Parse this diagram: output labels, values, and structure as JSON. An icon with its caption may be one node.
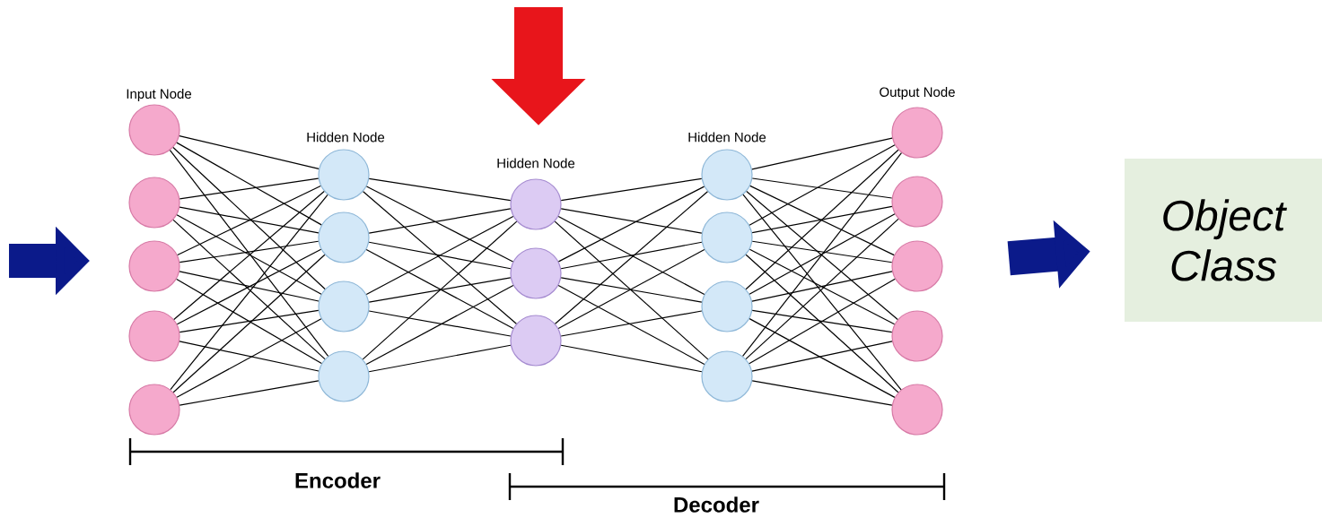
{
  "diagram": {
    "nodes": [
      {
        "text": [],
        "shape": "circle"
      },
      {
        "text": [],
        "shape": "circle"
      },
      {
        "text": [],
        "shape": "circle"
      },
      {
        "text": [],
        "shape": "circle"
      },
      {
        "text": [],
        "shape": "circle"
      },
      {
        "text": [],
        "shape": "circle"
      },
      {
        "text": [],
        "shape": "circle"
      },
      {
        "text": [],
        "shape": "circle"
      },
      {
        "text": [],
        "shape": "circle"
      },
      {
        "text": [],
        "shape": "circle"
      },
      {
        "text": [],
        "shape": "circle"
      },
      {
        "text": [],
        "shape": "circle"
      },
      {
        "text": [],
        "shape": "circle"
      },
      {
        "text": [],
        "shape": "circle"
      },
      {
        "text": [],
        "shape": "circle"
      },
      {
        "text": [],
        "shape": "circle"
      },
      {
        "text": [],
        "shape": "circle"
      },
      {
        "text": [],
        "shape": "circle"
      },
      {
        "text": [],
        "shape": "circle"
      },
      {
        "text": [],
        "shape": "circle"
      },
      {
        "text": [],
        "shape": "circle"
      },
      {
        "text": [
          "Object Class"
        ]
      }
    ],
    "edges": [
      {
        "from": 0,
        "to": 5,
        "arrow": "none"
      },
      {
        "from": 0,
        "to": 6,
        "arrow": "none"
      },
      {
        "from": 0,
        "to": 7,
        "arrow": "none"
      },
      {
        "from": 0,
        "to": 8,
        "arrow": "none"
      },
      {
        "from": 1,
        "to": 5,
        "arrow": "none"
      },
      {
        "from": 1,
        "to": 6,
        "arrow": "none"
      },
      {
        "from": 1,
        "to": 7,
        "arrow": "none"
      },
      {
        "from": 1,
        "to": 8,
        "arrow": "none"
      },
      {
        "from": 2,
        "to": 5,
        "arrow": "none"
      },
      {
        "from": 2,
        "to": 6,
        "arrow": "none"
      },
      {
        "from": 2,
        "to": 7,
        "arrow": "none"
      },
      {
        "from": 2,
        "to": 8,
        "arrow": "none"
      },
      {
        "from": 3,
        "to": 5,
        "arrow": "none"
      },
      {
        "from": 3,
        "to": 6,
        "arrow": "none"
      },
      {
        "from": 3,
        "to": 7,
        "arrow": "none"
      },
      {
        "from": 3,
        "to": 8,
        "arrow": "none"
      },
      {
        "from": 4,
        "to": 5,
        "arrow": "none"
      },
      {
        "from": 4,
        "to": 6,
        "arrow": "none"
      },
      {
        "from": 4,
        "to": 7,
        "arrow": "none"
      },
      {
        "from": 4,
        "to": 8,
        "arrow": "none"
      },
      {
        "from": 5,
        "to": 9,
        "arrow": "none"
      },
      {
        "from": 5,
        "to": 10,
        "arrow": "none"
      },
      {
        "from": 5,
        "to": 11,
        "arrow": "none"
      },
      {
        "from": 6,
        "to": 9,
        "arrow": "none"
      },
      {
        "from": 6,
        "to": 10,
        "arrow": "none"
      },
      {
        "from": 6,
        "to": 11,
        "arrow": "none"
      },
      {
        "from": 7,
        "to": 9,
        "arrow": "none"
      },
      {
        "from": 7,
        "to": 10,
        "arrow": "none"
      },
      {
        "from": 7,
        "to": 11,
        "arrow": "none"
      },
      {
        "from": 8,
        "to": 9,
        "arrow": "none"
      },
      {
        "from": 8,
        "to": 10,
        "arrow": "none"
      },
      {
        "from": 8,
        "to": 11,
        "arrow": "none"
      },
      {
        "from": 9,
        "to": 12,
        "arrow": "none"
      },
      {
        "from": 9,
        "to": 13,
        "arrow": "none"
      },
      {
        "from": 9,
        "to": 14,
        "arrow": "none"
      },
      {
        "from": 9,
        "to": 15,
        "arrow": "none"
      },
      {
        "from": 10,
        "to": 12,
        "arrow": "none"
      },
      {
        "from": 10,
        "to": 13,
        "arrow": "none"
      },
      {
        "from": 10,
        "to": 14,
        "arrow": "none"
      },
      {
        "from": 10,
        "to": 15,
        "arrow": "none"
      },
      {
        "from": 11,
        "to": 12,
        "arrow": "none"
      },
      {
        "from": 11,
        "to": 13,
        "arrow": "none"
      },
      {
        "from": 11,
        "to": 14,
        "arrow": "none"
      },
      {
        "from": 11,
        "to": 15,
        "arrow": "none"
      },
      {
        "from": 12,
        "to": 16,
        "arrow": "none"
      },
      {
        "from": 12,
        "to": 17,
        "arrow": "none"
      },
      {
        "from": 12,
        "to": 18,
        "arrow": "none"
      },
      {
        "from": 12,
        "to": 19,
        "arrow": "none"
      },
      {
        "from": 12,
        "to": 20,
        "arrow": "none"
      },
      {
        "from": 13,
        "to": 16,
        "arrow": "none"
      },
      {
        "from": 13,
        "to": 17,
        "arrow": "none"
      },
      {
        "from": 13,
        "to": 18,
        "arrow": "none"
      },
      {
        "from": 13,
        "to": 19,
        "arrow": "none"
      },
      {
        "from": 13,
        "to": 20,
        "arrow": "none"
      },
      {
        "from": 14,
        "to": 16,
        "arrow": "none"
      },
      {
        "from": 14,
        "to": 17,
        "arrow": "none"
      },
      {
        "from": 14,
        "to": 18,
        "arrow": "none"
      },
      {
        "from": 14,
        "to": 19,
        "arrow": "none"
      },
      {
        "from": 14,
        "to": 20,
        "arrow": "none"
      },
      {
        "from": 15,
        "to": 16,
        "arrow": "none"
      },
      {
        "from": 15,
        "to": 17,
        "arrow": "none"
      },
      {
        "from": 15,
        "to": 18,
        "arrow": "none"
      },
      {
        "from": 15,
        "to": 19,
        "arrow": "none"
      },
      {
        "from": 15,
        "to": 20,
        "arrow": "none"
      },
      {
        "from": 18,
        "to": 21,
        "arrow": "to",
        "style": "thick",
        "color": "#0b1a8a"
      }
    ],
    "labels": [
      "Input Node",
      "Hidden Node",
      "Hidden Node",
      "Hidden Node",
      "Output Node",
      "Encoder",
      "Decoder"
    ]
  }
}
